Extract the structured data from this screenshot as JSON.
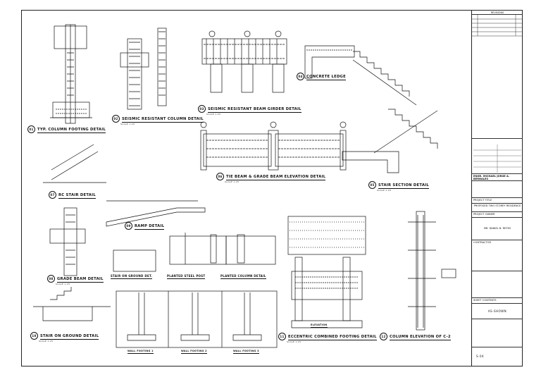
{
  "titles": {
    "d01": "TYP. COLUMN FOOTING DETAIL",
    "d02": "SEISMIC RESISTANT COLUMN DETAIL",
    "d03": "SEISMIC RESISTANT BEAM GIRDER DETAIL",
    "d04": "CONCRETE LEDGE",
    "d05": "STAIR SECTION DETAIL",
    "d06": "TIE BEAM & GRADE BEAM ELEVATION DETAIL",
    "d07": "RC STAIR DETAIL",
    "d08": "GRADE BEAM DETAIL",
    "d09": "RAMP DETAIL",
    "d10": "STAIR ON GROUND DETAIL",
    "d11": "ECCENTRIC COMBINED FOOTING DETAIL",
    "d12": "COLUMN ELEVATION OF C-2",
    "stair_on_ground_det": "STAIR ON GROUND DET.",
    "planted_steel_post": "PLANTED STEEL POST",
    "planted_column_detail": "PLANTED COLUMN DETAIL",
    "wall_footing_1": "WALL FOOTING 1",
    "wall_footing_2": "WALL FOOTING 2",
    "wall_footing_3": "WALL FOOTING 3",
    "elevation": "ELEVATION"
  },
  "numbers": {
    "d01": "01",
    "d02": "02",
    "d03": "03",
    "d04": "04",
    "d05": "05",
    "d06": "06",
    "d07": "07",
    "d08": "08",
    "d09": "09",
    "d10": "10",
    "d11": "11",
    "d12": "12"
  },
  "scale_text": "SCALE 1:25",
  "title_block": {
    "revisions": "REVISIONS",
    "engineer": "ENGR. MICHAEL JORGE A. BERNALES",
    "project_title_label": "PROJECT TITLE",
    "project_title": "PROPOSED TWO STOREY RESIDENCE",
    "owner_label": "PROJECT OWNER",
    "owner": "MR. DANIEL B. REYES",
    "contractor": "CONTRACTOR",
    "sheet_contents": "SHEET CONTENTS",
    "scale_value": "AS-SHOWN",
    "sheet_number": "S-04"
  }
}
